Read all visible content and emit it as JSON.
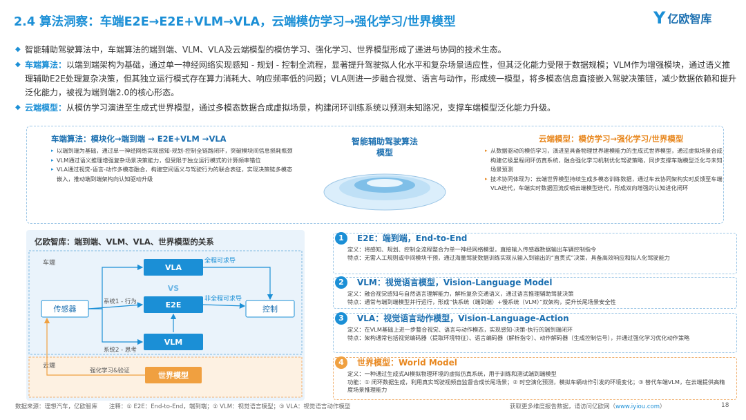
{
  "title": "2.4 算法洞察：车端E2E→E2E+VLM→VLA，云端模仿学习→强化学习/世界模型",
  "logo": {
    "mark": "Y",
    "text": "亿欧智库"
  },
  "bullets": [
    {
      "lead": "",
      "text": "智能辅助驾驶算法中，车端算法的端到端、VLM、VLA及云端模型的模仿学习、强化学习、世界模型形成了递进与协同的技术生态。"
    },
    {
      "lead": "车端算法：",
      "text": "以端到端架构为基础，通过单一神经网络实现感知 - 规划 - 控制全流程，显著提升驾驶拟人化水平和复杂场景适应性，但其泛化能力受限于数据规模；VLM作为增强模块，通过语义推理辅助E2E处理复杂决策，但其独立运行模式存在算力消耗大、响应频率低的问题；VLA则进一步融合视觉、语言与动作，形成统一模型，将多模态信息直接嵌入驾驶决策链，减少数据依赖和提升泛化能力，被视为端到端2.0的核心形态。"
    },
    {
      "lead": "云端模型：",
      "text": "从模仿学习演进至生成式世界模型，通过多模态数据合成虚拟场景，构建闭环训练系统以预测未知路况，支撑车端模型泛化能力升级。"
    }
  ],
  "mid": {
    "left_head": "车端算法：模块化→端到端 → E2E+VLM →VLA",
    "left_items": [
      "以端到端为基础，通过单一神经网络实现感知-规划-控制全链路闭环，突破模块间信息损耗瓶颈",
      "VLM通过语义推理增强复杂场景决策能力，但受限于独立运行模式的计算频率错位",
      "VLA通过视觉-语言-动作多模态融合，构建空间语义与驾驶行为的联合表征，实现决策链多模态嵌入，推动端到端架构向认知驱动升级"
    ],
    "center_title": "智能辅助驾驶算法模型",
    "right_head": "云端模型：模仿学习→强化学习/世界模型",
    "right_items": [
      "从数据驱动的模仿学习，演进至具备物理世界建模能力的生成式世界模型，通过虚拟场景合成构建亿级里程闭环仿真系统，融合强化学习机制优化驾驶策略，同步支撑车端模型泛化与未知场景预测",
      "技术协同体现为：云端世界模型持续生成多模态训练数据，通过车云协同架构实时反馈至车端VLA迭代，车端实时数据回流反哺云端模型迭代，形成双向增强的认知进化闭环"
    ]
  },
  "diagram": {
    "title": "亿欧智库：端到端、VLM、VLA、世界模型的关系",
    "car_label": "车端",
    "cloud_label": "云端",
    "sensor": "传感器",
    "vla": "VLA",
    "vs": "VS",
    "e2e": "E2E",
    "vlm": "VLM",
    "control": "控制",
    "world": "世界模型",
    "sys1": "系统1 - 行为",
    "sys2": "系统2 - 思考",
    "full_seek": "全程可求导",
    "non_full_seek": "非全程可求导",
    "rl_label": "强化学习&验证"
  },
  "defs": [
    {
      "num": "1",
      "head": "E2E：端到端，End-to-End",
      "lines": [
        "定义：将感知、规划、控制全流程整合为单一神经网络模型，直接输入传感器数据输出车辆控制指令",
        "特点：无需人工规则或中间模块干预，通过海量驾驶数据训练实现从输入到输出的“直贯式”决策，具备高效响应和拟人化驾驶能力"
      ]
    },
    {
      "num": "2",
      "head": "VLM：视觉语言模型，Vision-Language Model",
      "lines": [
        "定义：融合视觉感知与自然语言理解能力，解析复杂交通语义，通过语言推理辅助驾驶决策",
        "特点：通常与端到端模型并行运行，形成“快系统（端到端）+慢系统（VLM）”双架构，提升长尾场景安全性"
      ]
    },
    {
      "num": "3",
      "head": "VLA：视觉语言动作模型，Vision-Language-Action",
      "lines": [
        "定义：在VLM基础上进一步整合视觉、语言与动作模态，实现感知-决策-执行的端到端闭环",
        "特点：架构通常包括视觉编码器（提取环境特征）、语言编码器（解析指令）、动作解码器（生成控制信号），并通过强化学习优化动作策略"
      ]
    },
    {
      "num": "4",
      "head": "世界模型：World Model",
      "lines": [
        "定义：一种通过生成式AI模拟物理环境的虚拟仿真系统，用于训练和测试端到端模型",
        "功能：① 闭环数据生成，利用真实驾驶视频自监督合成长尾场景；② 时空演化预测，模拟车辆动作引发的环境变化；③ 替代车端VLM，在云端提供高精度场景推理能力"
      ]
    }
  ],
  "footer": {
    "source": "数据来源：理想汽车，亿欧智库",
    "note": "注释：① E2E：End-to-End，端到端；② VLM：视觉语言模型；③ VLA：视觉语言动作模型",
    "more": "获取更多维度报告数据，请访问亿欧网（",
    "link": "www.iyiou.com",
    "more_end": "）",
    "page": "18"
  },
  "colors": {
    "accent": "#1b8fd6",
    "orange": "#f0a040",
    "panel": "#eaf3fb"
  }
}
